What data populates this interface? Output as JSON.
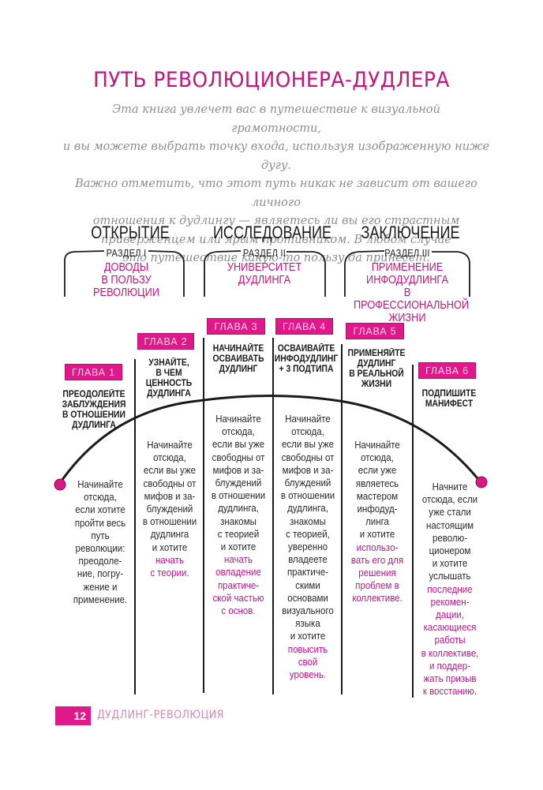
{
  "page": {
    "title": "ПУТЬ РЕВОЛЮЦИОНЕРА-ДУДЛЕРА",
    "intro_lines": [
      "Эта книга увлечет вас в путешествие к визуальной грамотности,",
      "и вы можете выбрать точку входа, используя изображенную ниже дугу.",
      "Важно отметить, что этот путь никак не зависит от вашего личного",
      "отношения к дудлингу — являетесь ли вы его страстным",
      "приверженцем или ярым противником. В любом случае",
      "это путешествие какую-то пользу да принесет."
    ]
  },
  "parts": [
    {
      "title": "ОТКРЫТИЕ",
      "section_label": "РАЗДЕЛ I",
      "section_name_lines": [
        "ДОВОДЫ",
        "В ПОЛЬЗУ",
        "РЕВОЛЮЦИИ"
      ]
    },
    {
      "title": "ИССЛЕДОВАНИЕ",
      "section_label": "РАЗДЕЛ II",
      "section_name_lines": [
        "УНИВЕРСИТЕТ",
        "ДУДЛИНГА"
      ]
    },
    {
      "title": "ЗАКЛЮЧЕНИЕ",
      "section_label": "РАЗДЕЛ III",
      "section_name_lines": [
        "ПРИМЕНЕНИЕ",
        "ИНФОДУДЛИНГА",
        "В ПРОФЕССИОНАЛЬНОЙ",
        "ЖИЗНИ"
      ]
    }
  ],
  "chapters": [
    {
      "badge": "ГЛАВА 1",
      "title_lines": [
        "ПРЕОДОЛЕЙТЕ",
        "ЗАБЛУЖДЕНИЯ",
        "В ОТНОШЕНИИ",
        "ДУДЛИНГА"
      ],
      "text_lines": [
        "Начинайте",
        "отсюда,",
        "если хотите",
        "пройти весь",
        "путь",
        "революции:",
        "преодоле-",
        "ние, погру-",
        "жение и",
        "применение."
      ],
      "highlight_lines": []
    },
    {
      "badge": "ГЛАВА 2",
      "title_lines": [
        "УЗНАЙТЕ,",
        "В ЧЕМ",
        "ЦЕННОСТЬ",
        "ДУДЛИНГА"
      ],
      "text_lines": [
        "Начинайте",
        "отсюда,",
        "если вы уже",
        "свободны от",
        "мифов и за-",
        "блуждений",
        "в отношении",
        "дудлинга",
        "и хотите"
      ],
      "highlight_lines": [
        "начать",
        "с теории."
      ]
    },
    {
      "badge": "ГЛАВА 3",
      "title_lines": [
        "НАЧИНАЙТЕ",
        "ОСВАИВАТЬ",
        "ДУДЛИНГ"
      ],
      "text_lines": [
        "Начинайте",
        "отсюда,",
        "если вы уже",
        "свободны от",
        "мифов и за-",
        "блуждений",
        "в отношении",
        "дудлинга,",
        "знакомы",
        "с теорией",
        "и хотите"
      ],
      "highlight_lines": [
        "начать",
        "овладение",
        "практиче-",
        "ской частью",
        "с основ."
      ]
    },
    {
      "badge": "ГЛАВА 4",
      "title_lines": [
        "ОСВАИВАЙТЕ",
        "ИНФОДУДЛИНГ",
        "+ 3 ПОДТИПА"
      ],
      "text_lines": [
        "Начинайте",
        "отсюда,",
        "если вы уже",
        "свободны от",
        "мифов и за-",
        "блуждений",
        "в отношении",
        "дудлинга,",
        "знакомы",
        "с теорией,",
        "уверенно",
        "владеете",
        "практиче-",
        "скими",
        "основами",
        "визуального",
        "языка",
        "и хотите"
      ],
      "highlight_lines": [
        "повысить",
        "свой",
        "уровень."
      ]
    },
    {
      "badge": "ГЛАВА 5",
      "title_lines": [
        "ПРИМЕНЯЙТЕ",
        "ДУДЛИНГ",
        "В РЕАЛЬНОЙ",
        "ЖИЗНИ"
      ],
      "text_lines": [
        "Начинайте",
        "отсюда,",
        "если уже",
        "являетесь",
        "мастером",
        "инфодуд-",
        "линга",
        "и хотите"
      ],
      "highlight_lines": [
        "использо-",
        "вать его для",
        "решения",
        "проблем в",
        "коллективе."
      ]
    },
    {
      "badge": "ГЛАВА 6",
      "title_lines": [
        "ПОДПИШИТЕ",
        "МАНИФЕСТ"
      ],
      "text_lines": [
        "Начните",
        "отсюда, если",
        "уже стали",
        "настоящим",
        "револю-",
        "ционером",
        "и хотите",
        "услышать"
      ],
      "highlight_lines": [
        "последние",
        "рекомен-",
        "дации,",
        "касающиеся",
        "работы",
        "в коллективе,",
        "и поддер-",
        "жать призыв",
        "к восстанию."
      ]
    }
  ],
  "footer": {
    "page_number": "12",
    "running_title": "ДУДЛИНГ-РЕВОЛЮЦИЯ"
  },
  "colors": {
    "accent": "#e0188a",
    "title": "#c4157e",
    "highlight": "#c2168a",
    "intro": "#8d8d8d"
  }
}
